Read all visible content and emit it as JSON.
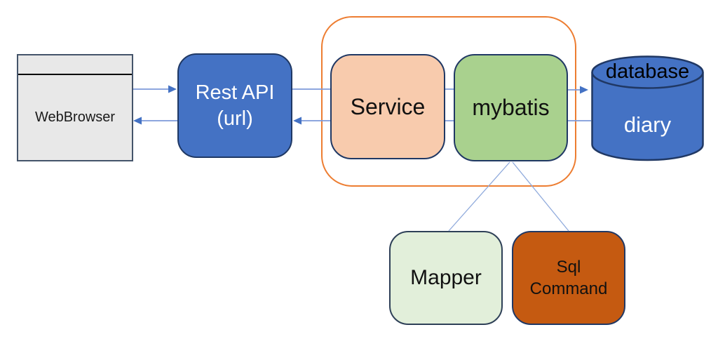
{
  "diagram": {
    "nodes": {
      "webbrowser": {
        "label": "WebBrowser"
      },
      "rest_api": {
        "label": "Rest API\n(url)"
      },
      "service": {
        "label": "Service"
      },
      "mybatis": {
        "label": "mybatis"
      },
      "database": {
        "type_label": "database",
        "name_label": "diary"
      },
      "mapper": {
        "label": "Mapper"
      },
      "sql_command": {
        "label": "Sql\nCommand"
      }
    },
    "connections": [
      {
        "from": "webbrowser",
        "to": "rest_api",
        "arrow": true
      },
      {
        "from": "rest_api",
        "to": "webbrowser",
        "arrow": true
      },
      {
        "from": "rest_api",
        "to": "service",
        "arrow": false
      },
      {
        "from": "service",
        "to": "rest_api",
        "arrow": true
      },
      {
        "from": "service",
        "to": "mybatis",
        "arrow": false
      },
      {
        "from": "mybatis",
        "to": "service",
        "arrow": false
      },
      {
        "from": "mybatis",
        "to": "database",
        "arrow": true
      },
      {
        "from": "database",
        "to": "mybatis",
        "arrow": false
      },
      {
        "from": "mybatis",
        "to": "mapper",
        "arrow": false
      },
      {
        "from": "mybatis",
        "to": "sql_command",
        "arrow": false
      }
    ],
    "colors": {
      "accent_blue": "#4472c4",
      "border_navy": "#203864",
      "browser_gray": "#e8e8e8",
      "browser_border": "#44546a",
      "service_peach": "#f8cbad",
      "mybatis_green": "#a9d18e",
      "mapper_light_green": "#e2efda",
      "sql_dark_orange": "#c55a11",
      "group_orange": "#ed7d31",
      "connector_blue": "#7d9ad9"
    }
  }
}
